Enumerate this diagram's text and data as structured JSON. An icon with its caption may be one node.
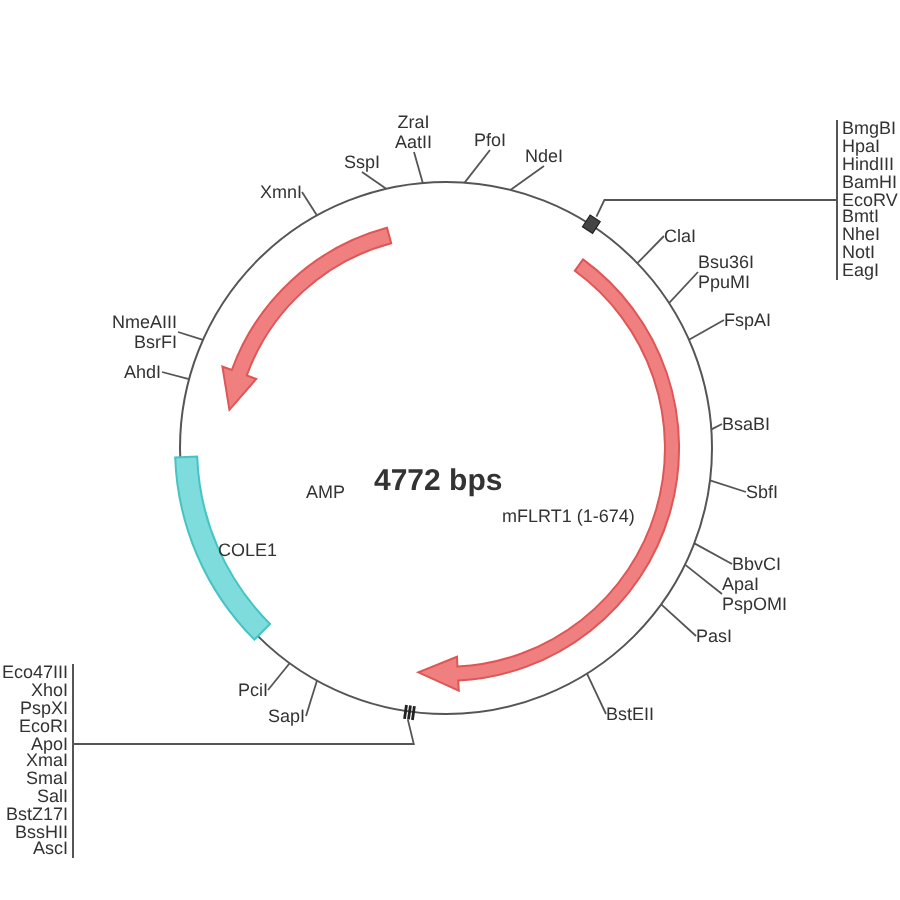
{
  "diagram": {
    "nodes": [
      {
        "text": [
          "XmnI"
        ]
      },
      {
        "text": [
          "SspI"
        ]
      },
      {
        "text": [
          "ZraI",
          "AatII"
        ]
      },
      {
        "text": [
          "PfoI"
        ]
      },
      {
        "text": [
          "NdeI"
        ]
      },
      {
        "text": [
          "BmgBI",
          "HpaI",
          "HindIII",
          "BamHI",
          "EcoRV",
          "BmtI",
          "NheI",
          "NotI",
          "EagI"
        ]
      },
      {
        "text": [
          "ClaI"
        ]
      },
      {
        "text": [
          "Bsu36I",
          "PpuMI"
        ]
      },
      {
        "text": [
          "FspAI"
        ]
      },
      {
        "text": [
          "BsaBI"
        ]
      },
      {
        "text": [
          "SbfI"
        ]
      },
      {
        "text": [
          "BbvCI"
        ]
      },
      {
        "text": [
          "ApaI",
          "PspOMI"
        ]
      },
      {
        "text": [
          "PasI"
        ]
      },
      {
        "text": [
          "BstEII"
        ]
      },
      {
        "text": [
          "Eco47III",
          "XhoI",
          "PspXI",
          "EcoRI",
          "ApoI",
          "XmaI",
          "SmaI",
          "SalI",
          "BstZ17I",
          "BssHII",
          "AscI"
        ]
      },
      {
        "text": [
          "SapI"
        ]
      },
      {
        "text": [
          "PciI"
        ]
      },
      {
        "text": [
          "AhdI"
        ]
      },
      {
        "text": [
          "NmeAIII",
          "BsrFI"
        ]
      },
      {
        "text": [
          "AMP"
        ]
      },
      {
        "text": [
          "mFLRT1 (1-674)"
        ]
      },
      {
        "text": [
          "COLE1"
        ]
      }
    ],
    "edges": [
      {
        "from": 0,
        "to": null,
        "arrow": "none"
      },
      {
        "from": 1,
        "to": null,
        "arrow": "none"
      },
      {
        "from": 2,
        "to": null,
        "arrow": "none"
      },
      {
        "from": 3,
        "to": null,
        "arrow": "none"
      },
      {
        "from": 4,
        "to": null,
        "arrow": "none"
      },
      {
        "from": 5,
        "to": null,
        "arrow": "none"
      },
      {
        "from": 6,
        "to": null,
        "arrow": "none"
      },
      {
        "from": 7,
        "to": null,
        "arrow": "none"
      },
      {
        "from": 8,
        "to": null,
        "arrow": "none"
      },
      {
        "from": 9,
        "to": null,
        "arrow": "none"
      },
      {
        "from": 10,
        "to": null,
        "arrow": "none"
      },
      {
        "from": 11,
        "to": null,
        "arrow": "none"
      },
      {
        "from": 12,
        "to": null,
        "arrow": "none"
      },
      {
        "from": 13,
        "to": null,
        "arrow": "none"
      },
      {
        "from": 14,
        "to": null,
        "arrow": "none"
      },
      {
        "from": 15,
        "to": null,
        "arrow": "none"
      },
      {
        "from": 16,
        "to": null,
        "arrow": "none"
      },
      {
        "from": 17,
        "to": null,
        "arrow": "none"
      },
      {
        "from": 18,
        "to": null,
        "arrow": "none"
      },
      {
        "from": 19,
        "to": null,
        "arrow": "none"
      }
    ],
    "labels": [
      "4772 bps"
    ]
  }
}
